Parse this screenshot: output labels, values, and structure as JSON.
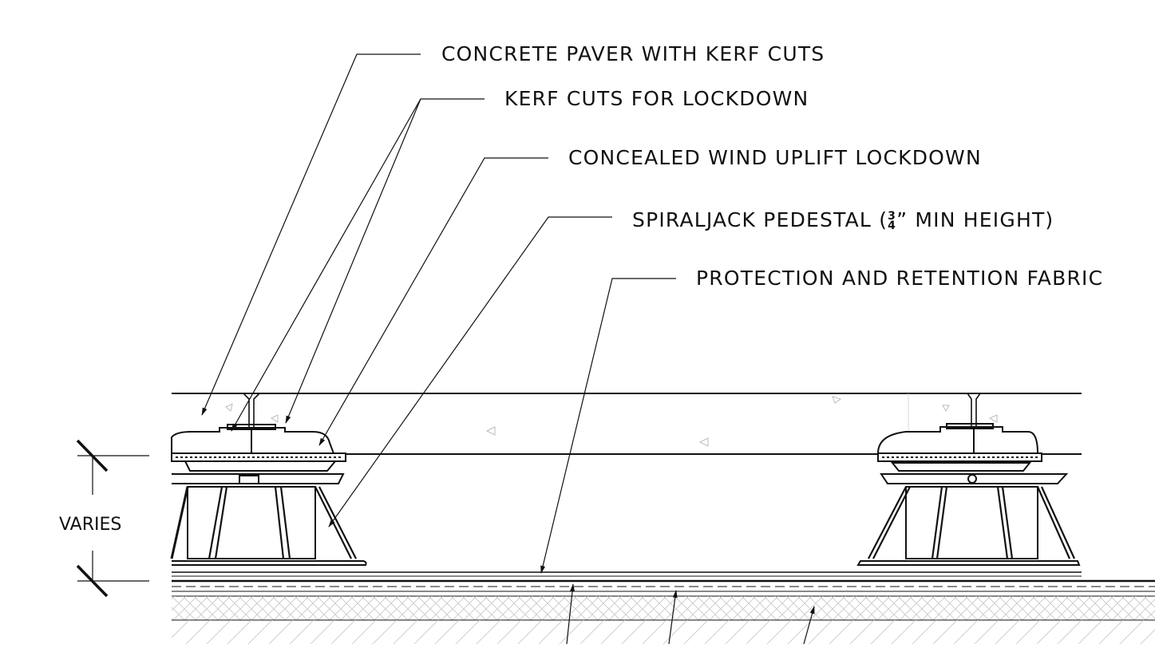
{
  "callouts": {
    "paver": "CONCRETE PAVER WITH KERF CUTS",
    "kerf": "KERF CUTS FOR LOCKDOWN",
    "lockdown": "CONCEALED WIND UPLIFT LOCKDOWN",
    "pedestal_prefix": "SPIRALJACK PEDESTAL (",
    "pedestal_frac_num": "3",
    "pedestal_frac_den": "4",
    "pedestal_suffix": "” MIN HEIGHT)",
    "fabric": "PROTECTION AND RETENTION FABRIC"
  },
  "dimension": {
    "label": "VARIES"
  },
  "colors": {
    "line": "#111111",
    "hatch": "#bdbdbd",
    "light": "#d0d0d0"
  }
}
